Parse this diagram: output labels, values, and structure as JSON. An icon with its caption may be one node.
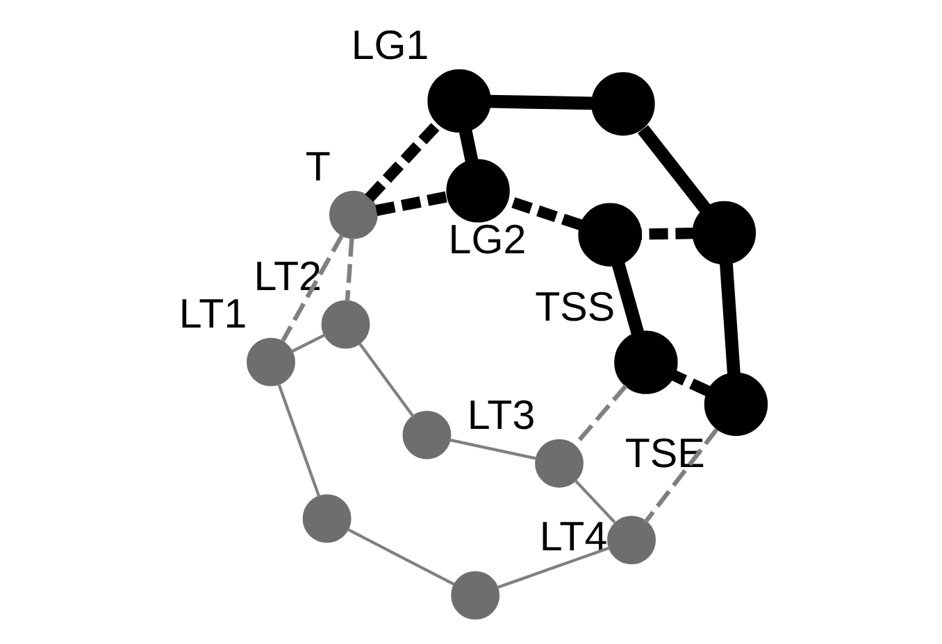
{
  "diagram": {
    "nodes": [
      {
        "text": [],
        "shape": "circle"
      },
      {
        "text": [],
        "shape": "circle"
      },
      {
        "text": [],
        "shape": "circle",
        "beside": [
          "TSE"
        ]
      },
      {
        "text": [],
        "shape": "circle",
        "beside": [
          "TSS"
        ]
      },
      {
        "text": [],
        "shape": "circle"
      },
      {
        "text": [],
        "shape": "circle",
        "beside": [
          "LG2"
        ]
      },
      {
        "text": [],
        "shape": "circle",
        "beside": [
          "T"
        ]
      },
      {
        "text": [],
        "shape": "circle",
        "beside": [
          "LG1"
        ]
      },
      {
        "text": [],
        "shape": "circle",
        "beside": [
          "LT3"
        ]
      },
      {
        "text": [],
        "shape": "circle",
        "beside": [
          "LT4"
        ]
      },
      {
        "text": [],
        "shape": "circle"
      },
      {
        "text": [],
        "shape": "circle",
        "beside": [
          "LT2"
        ]
      },
      {
        "text": [],
        "shape": "circle",
        "beside": [
          "LT1"
        ]
      },
      {
        "text": [],
        "shape": "circle"
      },
      {
        "text": [],
        "shape": "circle"
      }
    ],
    "edges": [
      {
        "from": 2,
        "to": 0,
        "arrow": "none",
        "style": "thick",
        "color": "#000000"
      },
      {
        "from": 0,
        "to": 1,
        "arrow": "none",
        "style": "thick",
        "color": "#000000"
      },
      {
        "from": 1,
        "to": 7,
        "arrow": "none",
        "style": "thick",
        "color": "#000000"
      },
      {
        "from": 7,
        "to": 5,
        "arrow": "none",
        "style": "thick",
        "color": "#000000"
      },
      {
        "from": 3,
        "to": 4,
        "arrow": "none",
        "style": "thick",
        "color": "#000000"
      },
      {
        "from": 2,
        "to": 3,
        "arrow": "none",
        "style": "dashed",
        "color": "#000000"
      },
      {
        "from": 4,
        "to": 5,
        "arrow": "none",
        "style": "dashed",
        "color": "#000000"
      },
      {
        "from": 0,
        "to": 4,
        "arrow": "none",
        "style": "dashed",
        "color": "#000000"
      },
      {
        "from": 6,
        "to": 7,
        "arrow": "none",
        "style": "dashed",
        "color": "#000000"
      },
      {
        "from": 6,
        "to": 5,
        "arrow": "none",
        "style": "dashed",
        "color": "#000000"
      },
      {
        "from": 2,
        "to": 9,
        "arrow": "none",
        "style": "dashed"
      },
      {
        "from": 3,
        "to": 8,
        "arrow": "none",
        "style": "dashed"
      },
      {
        "from": 6,
        "to": 11,
        "arrow": "none",
        "style": "dashed"
      },
      {
        "from": 6,
        "to": 12,
        "arrow": "none",
        "style": "dashed"
      },
      {
        "from": 9,
        "to": 8,
        "arrow": "none"
      },
      {
        "from": 8,
        "to": 10,
        "arrow": "none"
      },
      {
        "from": 10,
        "to": 11,
        "arrow": "none"
      },
      {
        "from": 11,
        "to": 12,
        "arrow": "none"
      },
      {
        "from": 12,
        "to": 14,
        "arrow": "none"
      },
      {
        "from": 14,
        "to": 13,
        "arrow": "none"
      },
      {
        "from": 13,
        "to": 9,
        "arrow": "none"
      }
    ]
  }
}
